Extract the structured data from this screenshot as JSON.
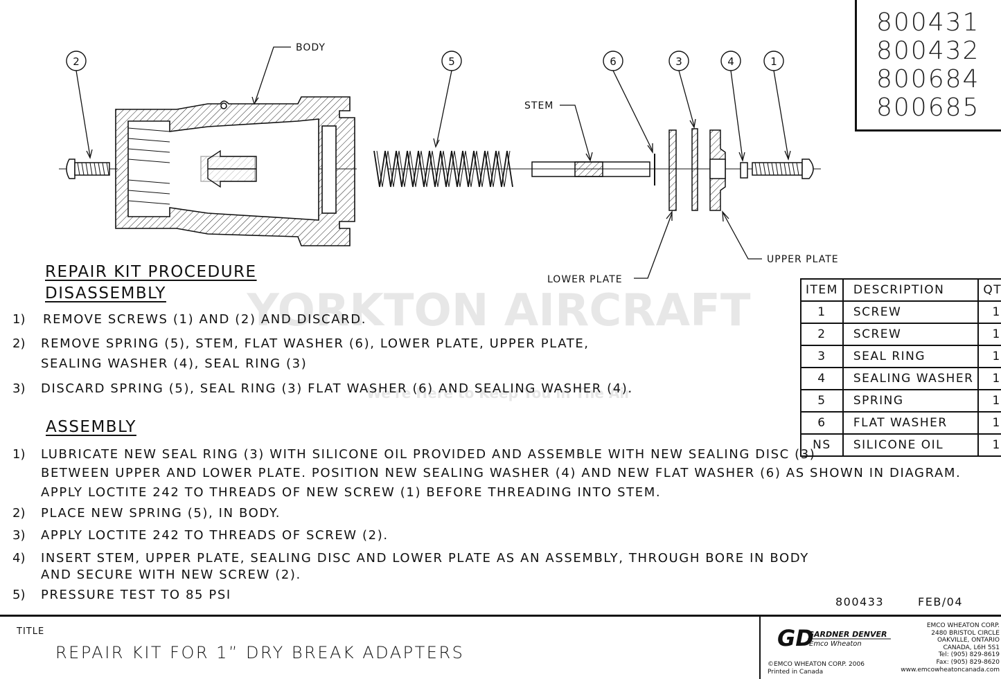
{
  "part_numbers": [
    "800431",
    "800432",
    "800684",
    "800685"
  ],
  "callouts": {
    "body": "BODY",
    "stem": "STEM",
    "lower_plate": "LOWER PLATE",
    "upper_plate": "UPPER PLATE",
    "balloons": [
      "2",
      "5",
      "6",
      "3",
      "4",
      "1"
    ]
  },
  "procedure": {
    "title": "REPAIR KIT PROCEDURE",
    "disassembly_heading": "DISASSEMBLY",
    "disassembly_steps": [
      {
        "num": "1)",
        "lines": [
          "REMOVE SCREWS (1) AND (2) AND DISCARD."
        ]
      },
      {
        "num": "2)",
        "lines": [
          "REMOVE SPRING (5), STEM, FLAT WASHER (6), LOWER PLATE, UPPER PLATE,",
          "SEALING WASHER (4), SEAL RING (3)"
        ]
      },
      {
        "num": "3)",
        "lines": [
          "DISCARD SPRING (5), SEAL RING (3) FLAT WASHER (6) AND SEALING WASHER (4)."
        ]
      }
    ],
    "assembly_heading": "ASSEMBLY",
    "assembly_steps": [
      {
        "num": "1)",
        "lines": [
          "LUBRICATE NEW SEAL RING (3) WITH SILICONE OIL PROVIDED AND ASSEMBLE WITH NEW SEALING DISC (3)",
          "BETWEEN UPPER AND LOWER PLATE. POSITION NEW SEALING WASHER (4) AND NEW FLAT WASHER (6) AS SHOWN IN DIAGRAM.",
          "APPLY LOCTITE 242 TO THREADS OF NEW SCREW (1) BEFORE THREADING INTO STEM."
        ]
      },
      {
        "num": "2)",
        "lines": [
          "PLACE NEW SPRING (5), IN BODY."
        ]
      },
      {
        "num": "3)",
        "lines": [
          "APPLY LOCTITE 242 TO THREADS OF SCREW (2)."
        ]
      },
      {
        "num": "4)",
        "lines": [
          "INSERT STEM, UPPER PLATE, SEALING DISC AND LOWER PLATE AS AN ASSEMBLY, THROUGH BORE IN BODY",
          "AND SECURE WITH NEW SCREW (2)."
        ]
      },
      {
        "num": "5)",
        "lines": [
          "PRESSURE TEST TO 85 PSI"
        ]
      }
    ]
  },
  "parts_table": {
    "headers": [
      "ITEM",
      "DESCRIPTION",
      "QTY"
    ],
    "rows": [
      [
        "1",
        "SCREW",
        "1"
      ],
      [
        "2",
        "SCREW",
        "1"
      ],
      [
        "3",
        "SEAL RING",
        "1"
      ],
      [
        "4",
        "SEALING WASHER",
        "1"
      ],
      [
        "5",
        "SPRING",
        "1"
      ],
      [
        "6",
        "FLAT WASHER",
        "1"
      ],
      [
        "NS",
        "SILICONE OIL",
        "1"
      ]
    ]
  },
  "drawing_number": "800433",
  "drawing_date": "FEB/04",
  "title_block": {
    "label": "TITLE",
    "title": "REPAIR KIT FOR  1” DRY BREAK ADAPTERS",
    "logo_mark": "GD",
    "logo_name": "GARDNER DENVER",
    "logo_sub": "Emco Wheaton",
    "copyright": "©EMCO WHEATON CORP. 2006",
    "printed": "Printed in Canada",
    "address": [
      "EMCO WHEATON CORP.",
      "2480 BRISTOL CIRCLE",
      "OAKVILLE, ONTARIO",
      "CANADA, L6H 5S1",
      "Tel: (905) 829-8619",
      "Fax: (905) 829-8620",
      "www.emcowheatoncanada.com"
    ]
  },
  "watermark": {
    "line1": "YORKTON AIRCRAFT",
    "line2": "We're Here to Keep You in The Air"
  }
}
